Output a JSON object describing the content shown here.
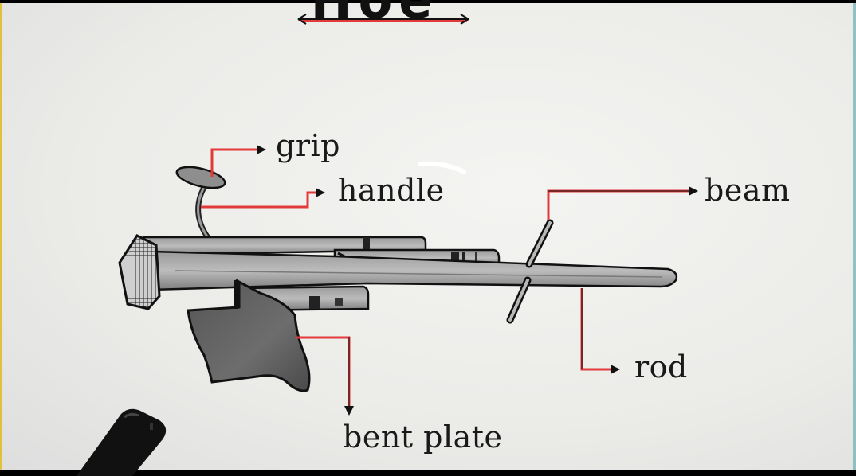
{
  "diagram": {
    "title": "Hoe",
    "labels": {
      "grip": "grip",
      "handle": "handle",
      "beam": "beam",
      "rod": "rod",
      "bent_plate": "bent plate"
    }
  },
  "colors": {
    "pointer": "#e23a3a",
    "ink": "#141414",
    "pencil": "#8a8a8a"
  }
}
